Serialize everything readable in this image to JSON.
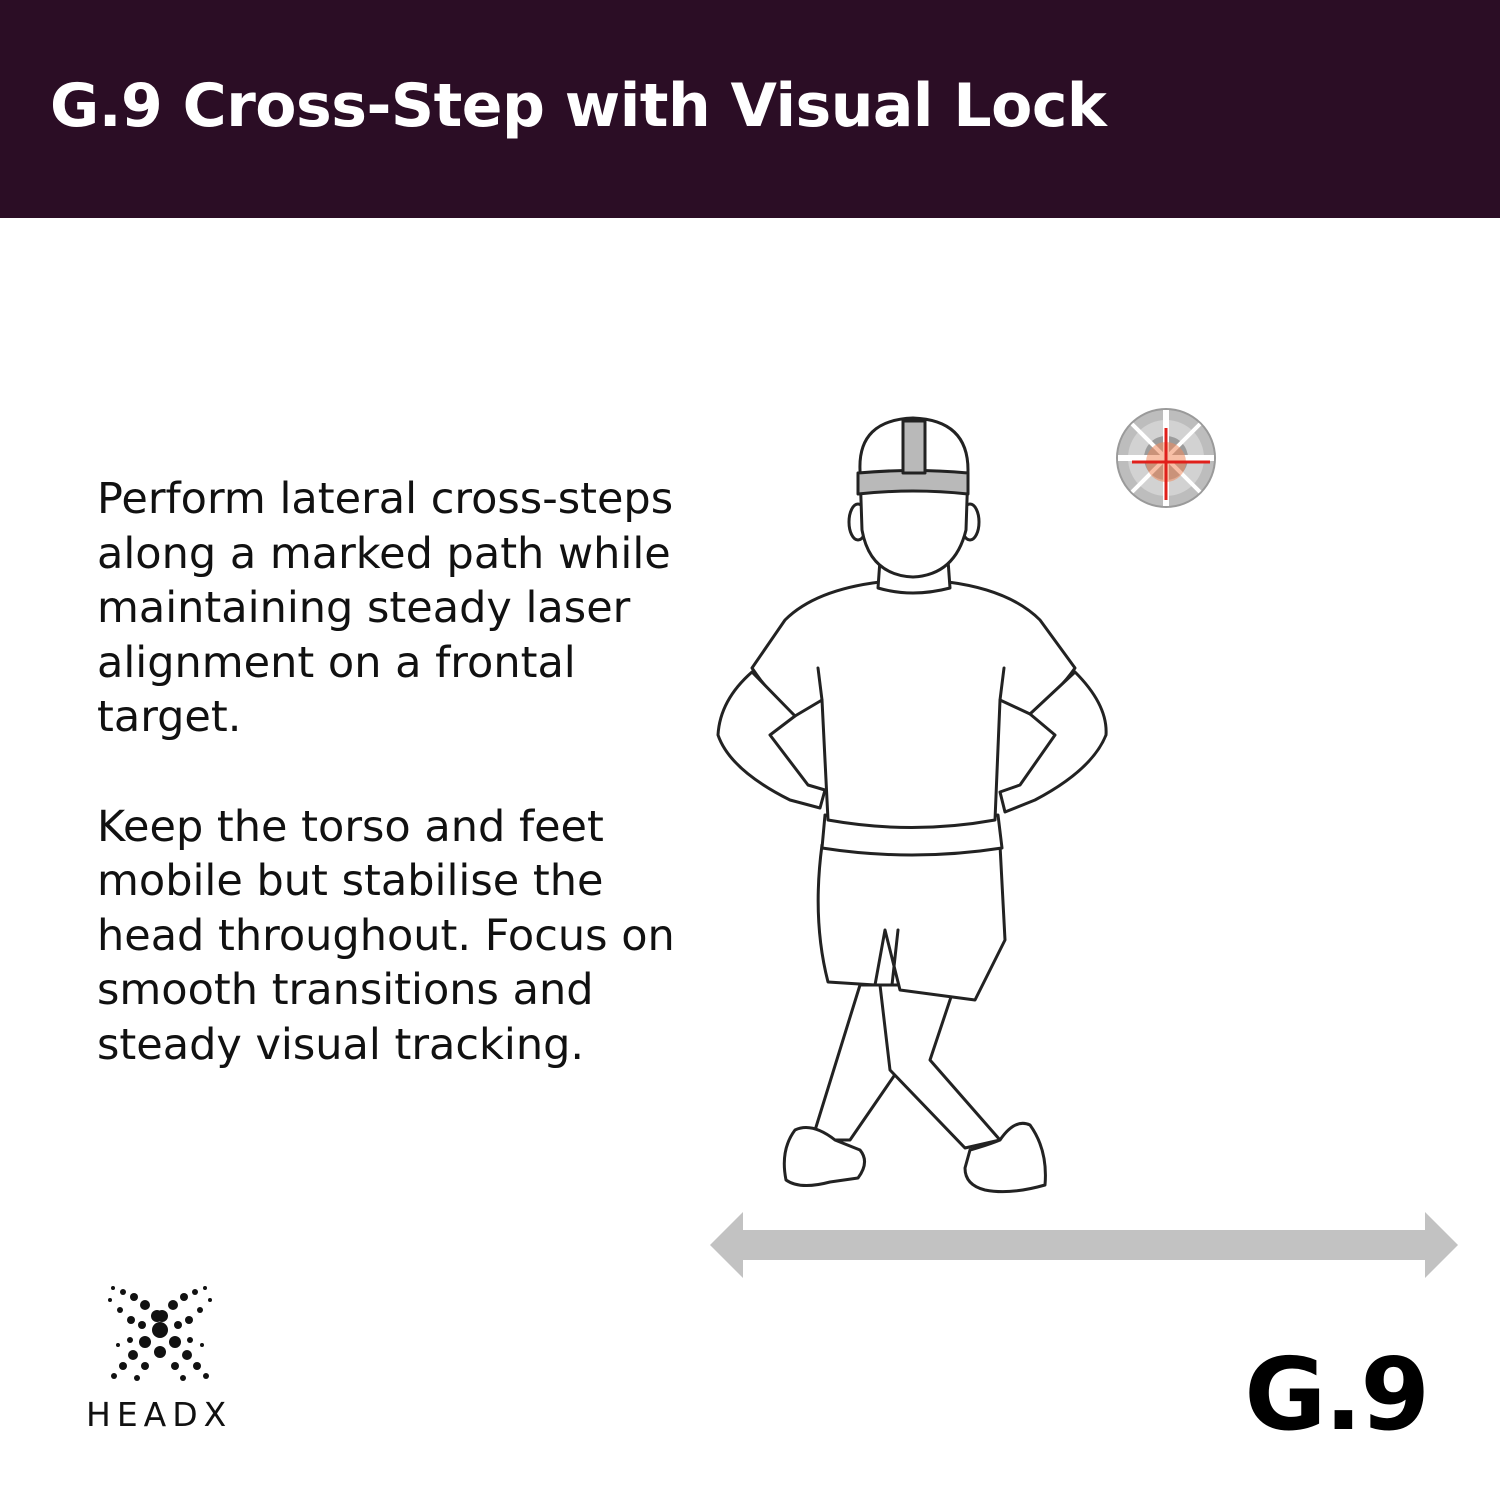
{
  "header": {
    "title": "G.9 Cross-Step with Visual Lock",
    "background": "#2b0d25"
  },
  "description": {
    "paragraph_1": "Perform lateral cross-steps along a marked path while maintaining steady laser alignment on a frontal target.",
    "paragraph_2": "Keep the torso and feet mobile but stabilise the head throughout. Focus on smooth transitions and steady visual tracking."
  },
  "illustration": {
    "figure": "person-cross-step-illustration",
    "target_icon": "laser-target-icon",
    "direction_icon": "double-arrow-icon",
    "arrow_color": "#c2c2c2",
    "laser_color": "#e0201b"
  },
  "brand": {
    "logo_icon": "headx-dot-x-logo-icon",
    "name": "HEADX"
  },
  "exercise_code": "G.9"
}
